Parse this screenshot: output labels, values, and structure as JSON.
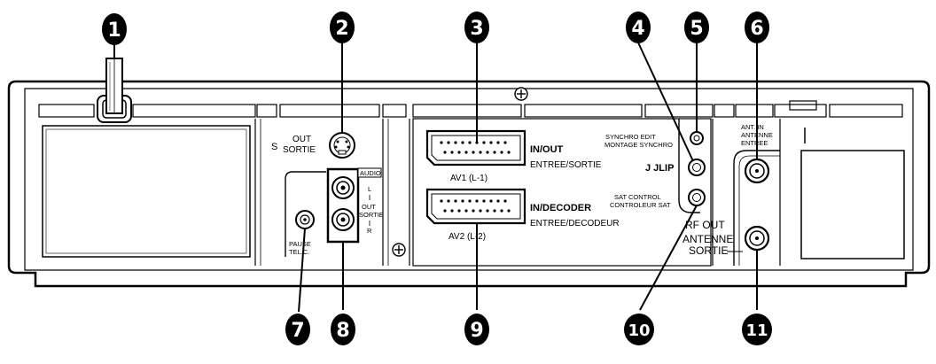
{
  "callouts": [
    "1",
    "2",
    "3",
    "4",
    "5",
    "6",
    "7",
    "8",
    "9",
    "10",
    "11"
  ],
  "labels": {
    "s_video_s": "S",
    "s_video_out": "OUT",
    "s_video_sortie": "SORTIE",
    "audio": "AUDIO",
    "audio_l": "L",
    "audio_out": "OUT",
    "audio_sortie": "SORTIE",
    "audio_r": "R",
    "pause_1": "PAUSE",
    "pause_2": "TEL.C.",
    "av1_inout": "IN/OUT",
    "av1_entree": "ENTREE/SORTIE",
    "av1_name": "AV1 (L-1)",
    "av2_indecoder": "IN/DECODER",
    "av2_entree": "ENTREE/DECODEUR",
    "av2_name": "AV2 (L-2)",
    "synchro_1": "SYNCHRO EDIT",
    "synchro_2": "MONTAGE SYNCHRO",
    "jlip": "J JLIP",
    "sat_1": "SAT CONTROL",
    "sat_2": "CONTROLEUR SAT",
    "rf_out": "RF OUT",
    "ant_in_1": "ANT. IN",
    "ant_in_2": "ANTENNE",
    "ant_in_3": "ENTREE",
    "ant_out_1": "ANTENNE",
    "ant_out_2": "SORTIE"
  }
}
